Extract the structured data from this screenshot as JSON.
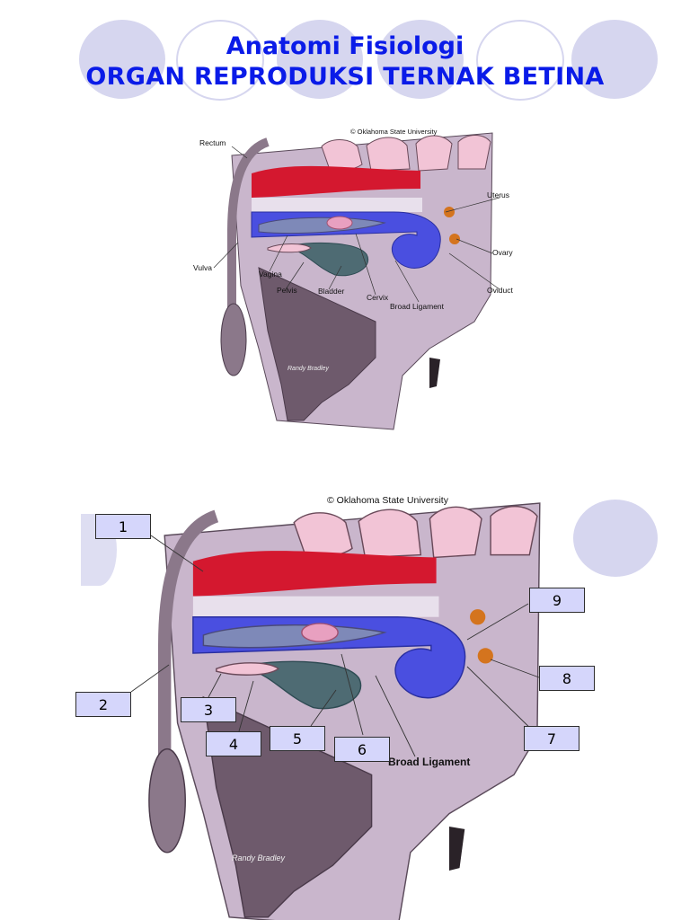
{
  "header": {
    "title_line1": "Anatomi Fisiologi",
    "title_line2": "ORGAN REPRODUKSI TERNAK BETINA"
  },
  "colors": {
    "title": "#0a1be8",
    "decor_circle": "#d6d6ef",
    "label_box": "#d5d6fb",
    "body": "#c9b6cc",
    "leg": "#6e5a6c",
    "rectum": "#d4182f",
    "reproductive_tract": "#4a4fe0",
    "vagina": "#7e89b8",
    "bladder": "#4e6b73",
    "vertebrae": "#f2c4d6",
    "ovary": "#d4741e"
  },
  "diagram_top": {
    "copyright": "© Oklahoma State University",
    "labels": {
      "rectum": "Rectum",
      "vulva": "Vulva",
      "vagina": "Vagina",
      "pelvis": "Pelvis",
      "bladder": "Bladder",
      "cervix": "Cervix",
      "broad_ligament": "Broad Ligament",
      "uterus": "Uterus",
      "ovary": "Ovary",
      "oviduct": "Oviduct"
    },
    "signature": "Randy Bradley"
  },
  "diagram_bottom": {
    "copyright": "© Oklahoma State University",
    "broad_ligament": "Broad Ligament",
    "signature": "Randy Bradley",
    "numbers": [
      "1",
      "2",
      "3",
      "4",
      "5",
      "6",
      "7",
      "8",
      "9"
    ]
  }
}
